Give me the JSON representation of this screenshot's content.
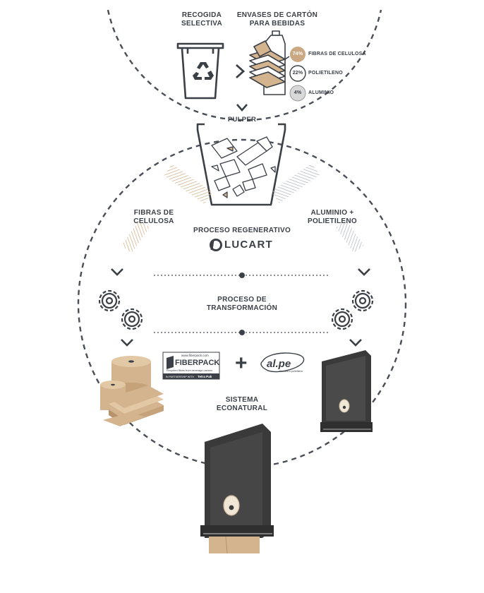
{
  "labels": {
    "recogida_1": "RECOGIDA",
    "recogida_2": "SELECTIVA",
    "envases_1": "ENVASES DE CARTÓN",
    "envases_2": "PARA BEBIDAS",
    "pulper": "PULPER",
    "fibras_1": "FIBRAS DE",
    "fibras_2": "CELULOSA",
    "aluminio_1": "ALUMINIO +",
    "aluminio_2": "POLIETILENO",
    "regenerativo": "PROCESO REGENERATIVO",
    "transformacion_1": "PROCESO DE",
    "transformacion_2": "TRANSFORMACIÓN",
    "sistema_1": "SISTEMA",
    "sistema_2": "ECONATURAL",
    "plus": "+"
  },
  "composition": [
    {
      "pct": "74%",
      "label": "FIBRAS DE CELULOSA",
      "color": "#c9a882"
    },
    {
      "pct": "22%",
      "label": "POLIETILENO",
      "color": "#ffffff"
    },
    {
      "pct": "4%",
      "label": "ALUMINIO",
      "color": "#d8d8d8"
    }
  ],
  "logos": {
    "lucart": "LUCART",
    "fiberpack_url": "www.fiberpack.com",
    "fiberpack_name": "FIBERPACK",
    "fiberpack_tag": "Recycled fibres from beverage cartons",
    "fiberpack_partner_prefix": "IN PARTNERSHIP WITH",
    "fiberpack_partner": "Tetra Pak",
    "alpe_name": "al.pe",
    "alpe_tag": "alluminio e polietilene"
  },
  "colors": {
    "ink": "#3b3f46",
    "kraft": "#d4b48e",
    "kraft_dark": "#b8936a",
    "dispenser": "#3e3e3e",
    "dashed": "#4a4e56"
  }
}
